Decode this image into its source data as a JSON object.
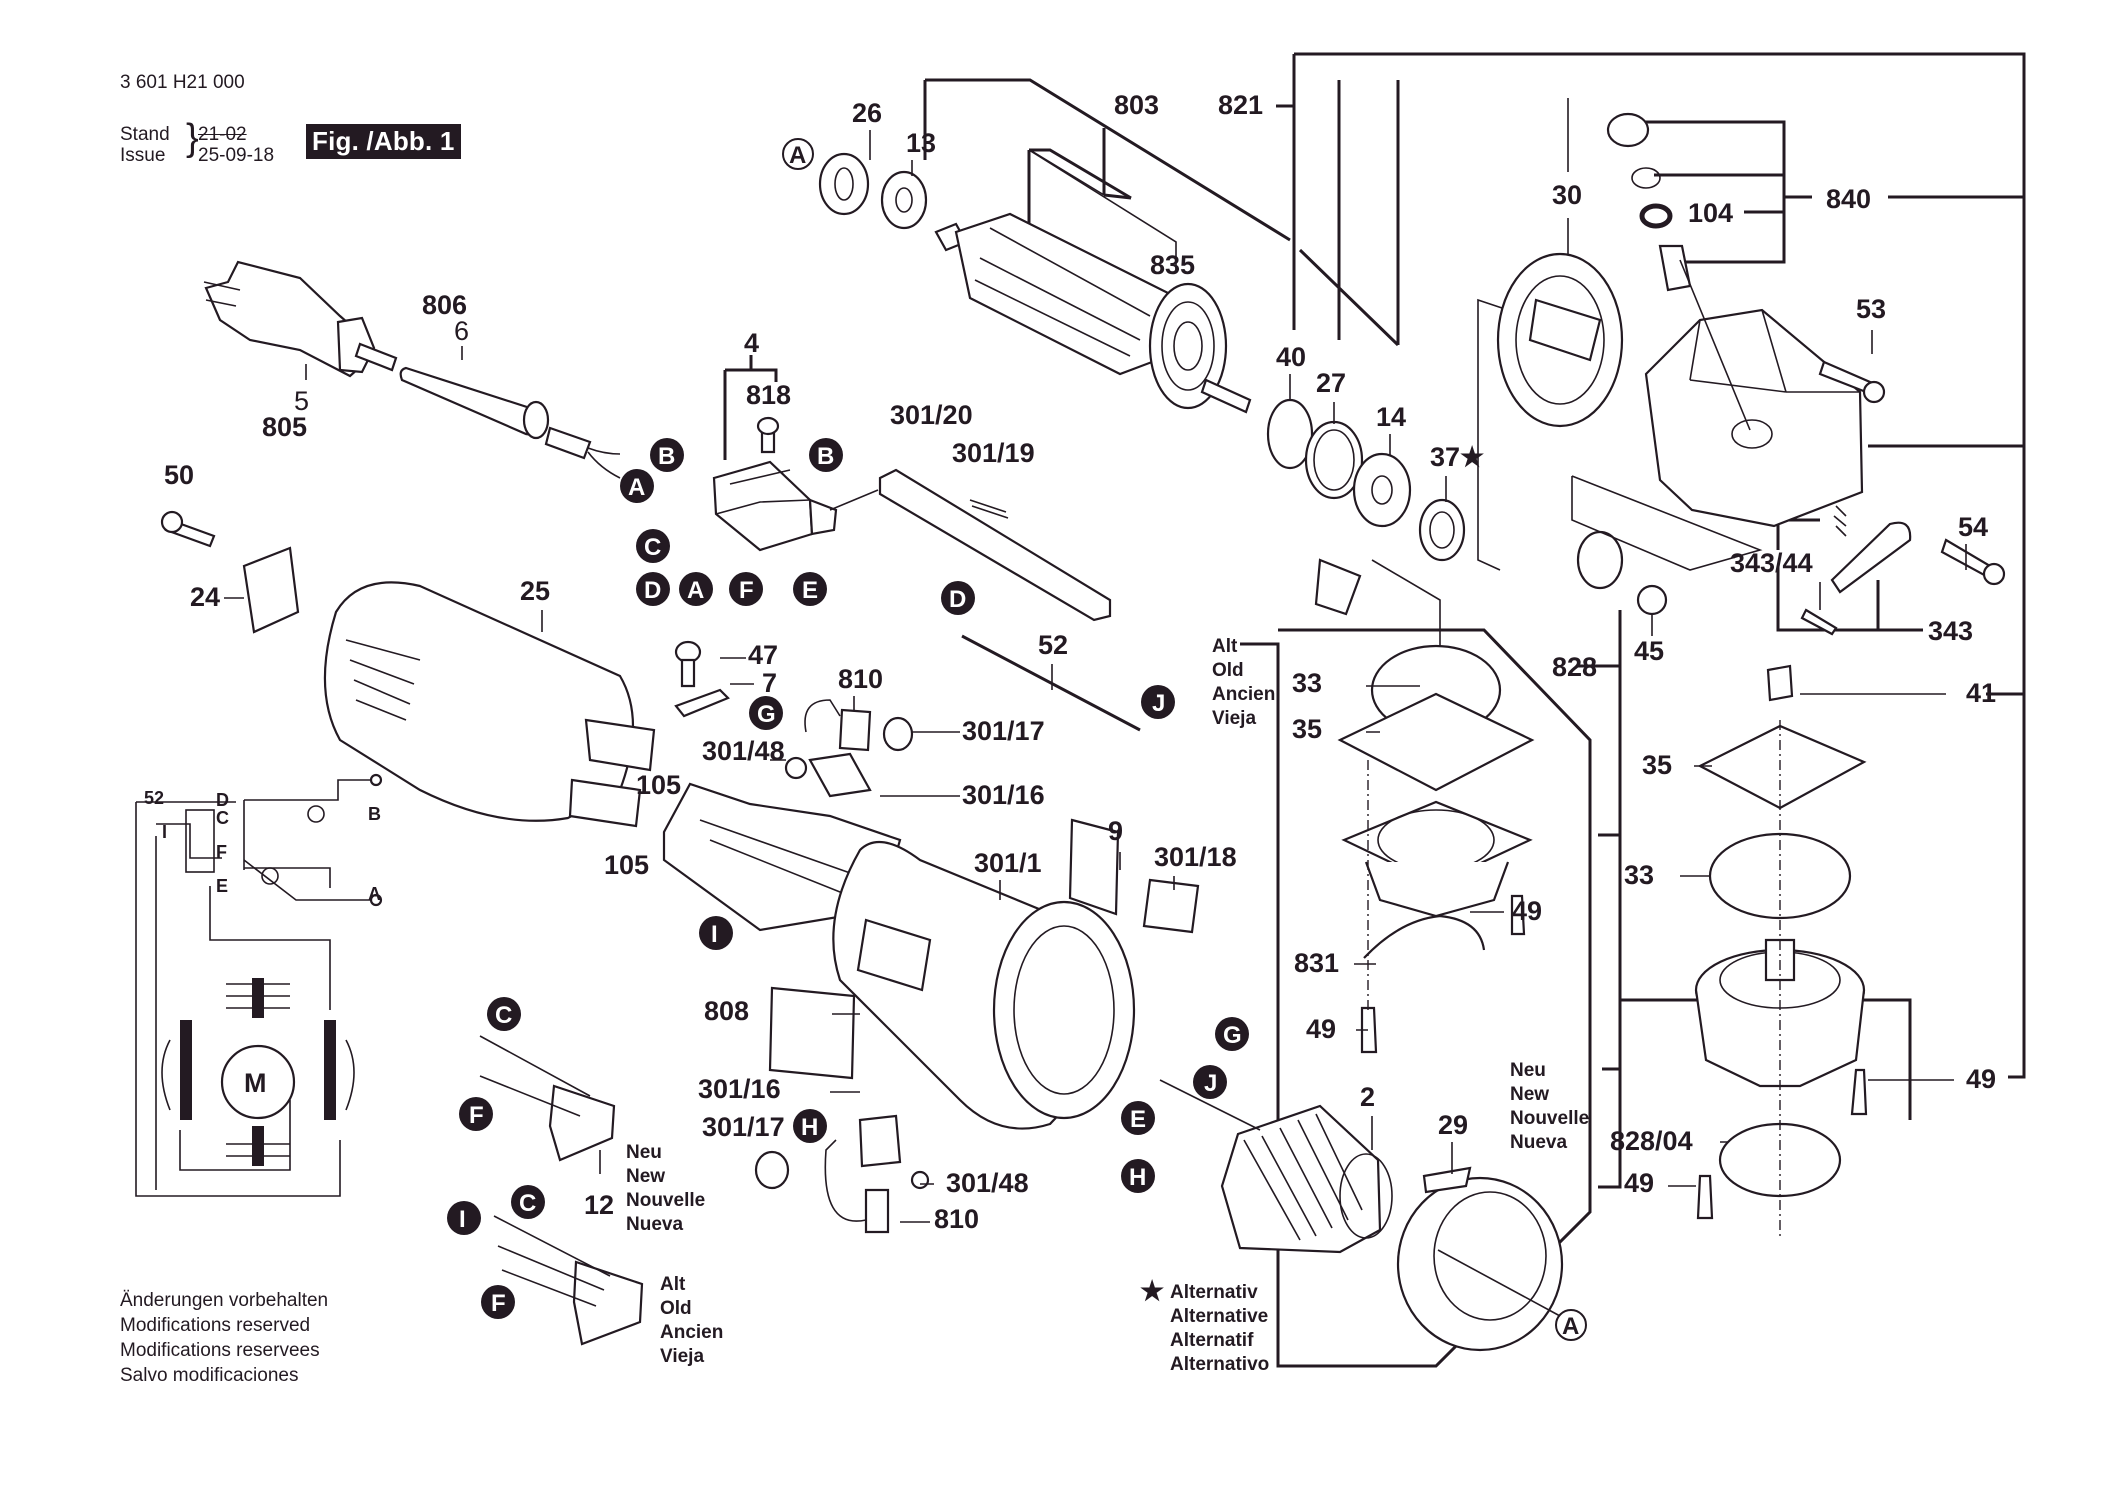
{
  "header": {
    "part_number": "3 601 H21 000",
    "stand_label": "Stand",
    "issue_label": "Issue",
    "old_date": "21-02",
    "issue_date": "25-09-18",
    "figure_label": "Fig. /Abb. 1"
  },
  "footer_notes": [
    "Änderungen vorbehalten",
    "Modifications reserved",
    "Modifications reservees",
    "Salvo modificaciones"
  ],
  "alternative_legend": {
    "symbol": "★",
    "lines": [
      "Alternativ",
      "Alternative",
      "Alternatif",
      "Alternativo"
    ]
  },
  "variant_labels": {
    "old": [
      "Alt",
      "Old",
      "Ancien",
      "Vieja"
    ],
    "new": [
      "Neu",
      "New",
      "Nouvelle",
      "Nueva"
    ]
  },
  "callouts": {
    "p26": "26",
    "p13": "13",
    "p803": "803",
    "p821": "821",
    "p835": "835",
    "p30": "30",
    "p104": "104",
    "p840": "840",
    "p53": "53",
    "p806": "806",
    "p6": "6",
    "p5": "5",
    "p805": "805",
    "p4": "4",
    "p818": "818",
    "p301_20": "301/20",
    "p301_19": "301/19",
    "p40": "40",
    "p27": "27",
    "p14": "14",
    "p37": "37★",
    "p50": "50",
    "p24": "24",
    "p25": "25",
    "p47": "47",
    "p7": "7",
    "p810a": "810",
    "p301_17a": "301/17",
    "p301_48a": "301/48",
    "p301_16a": "301/16",
    "p105a": "105",
    "p105b": "105",
    "p52": "52",
    "p9": "9",
    "p301_1": "301/1",
    "p301_18": "301/18",
    "p808": "808",
    "p301_16b": "301/16",
    "p301_17b": "301/17",
    "p301_48b": "301/48",
    "p810b": "810",
    "p12": "12",
    "p2": "2",
    "p29": "29",
    "p54": "54",
    "p343_44": "343/44",
    "p343": "343",
    "p828": "828",
    "p45": "45",
    "p41": "41",
    "p35a": "35",
    "p33a": "33",
    "p49a": "49",
    "p831": "831",
    "p49b": "49",
    "p35b": "35",
    "p33b": "33",
    "p49c": "49",
    "p828_04": "828/04",
    "p49d": "49"
  },
  "connectors": {
    "A": "A",
    "B": "B",
    "C": "C",
    "D": "D",
    "E": "E",
    "F": "F",
    "G": "G",
    "H": "H",
    "I": "I",
    "J": "J"
  },
  "wiring": {
    "cable_label": "52",
    "terminals": [
      "D",
      "C",
      "I",
      "F",
      "E"
    ],
    "outputs": [
      "B",
      "A"
    ],
    "motor_label": "M"
  }
}
